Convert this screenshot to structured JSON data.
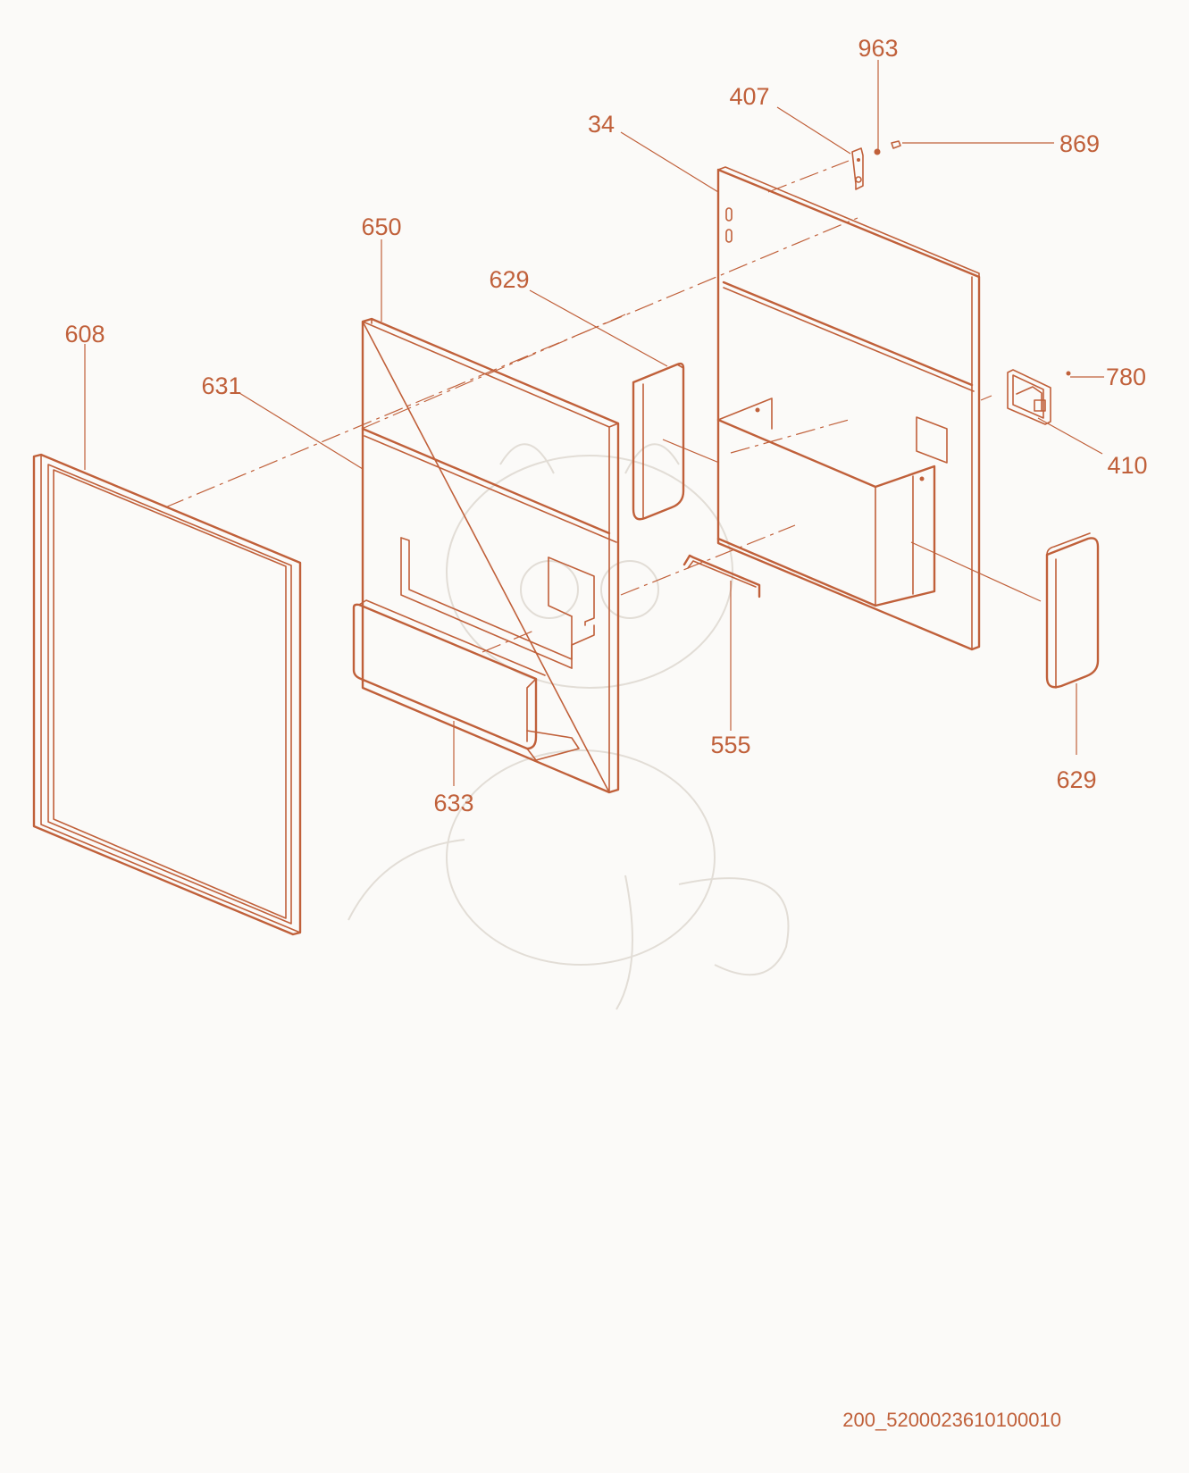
{
  "diagram": {
    "callouts": {
      "c963": "963",
      "c407": "407",
      "c34": "34",
      "c869": "869",
      "c650": "650",
      "c629_top": "629",
      "c608": "608",
      "c631": "631",
      "c780": "780",
      "c410": "410",
      "c555": "555",
      "c633": "633",
      "c629_bottom": "629"
    },
    "document_number": "200_5200023610100010"
  },
  "colors": {
    "line": "#c0603a",
    "background": "#fbfaf8",
    "watermark": "#e2ddd6"
  }
}
